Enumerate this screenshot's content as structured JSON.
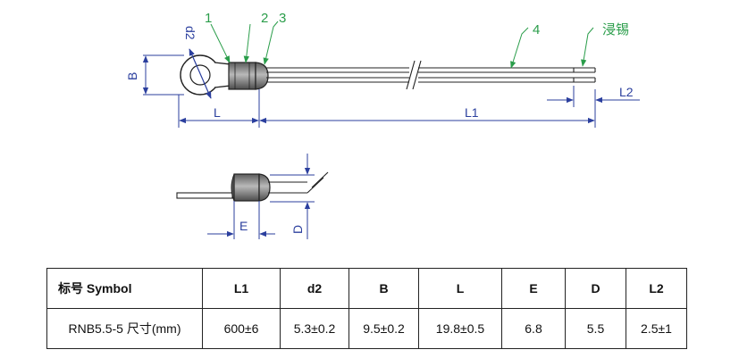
{
  "drawing": {
    "callouts": [
      "1",
      "2",
      "3",
      "4"
    ],
    "tin_label": "浸锡",
    "dims": {
      "d2": "d2",
      "B": "B",
      "L": "L",
      "L1": "L1",
      "L2": "L2",
      "E": "E",
      "D": "D"
    },
    "colors": {
      "dimension": "#2b3f9e",
      "callout": "#2a9d4a",
      "outline": "#222222",
      "body_gray": "#7f7f7f"
    }
  },
  "table": {
    "headers": [
      "标号 Symbol",
      "L1",
      "d2",
      "B",
      "L",
      "E",
      "D",
      "L2"
    ],
    "row": [
      "RNB5.5-5 尺寸(mm)",
      "600±6",
      "5.3±0.2",
      "9.5±0.2",
      "19.8±0.5",
      "6.8",
      "5.5",
      "2.5±1"
    ]
  }
}
